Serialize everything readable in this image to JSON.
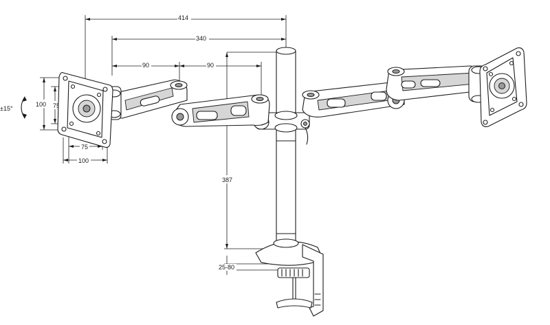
{
  "dimensions": {
    "overall_width": "414",
    "arm_span": "340",
    "arm_segment_1": "90",
    "arm_segment_2": "90",
    "vesa_height_outer": "100",
    "vesa_height_inner": "75",
    "vesa_width_inner": "75",
    "vesa_width_outer": "100",
    "tilt": "±15°",
    "pole_height": "387",
    "clamp_range": "25-80"
  }
}
